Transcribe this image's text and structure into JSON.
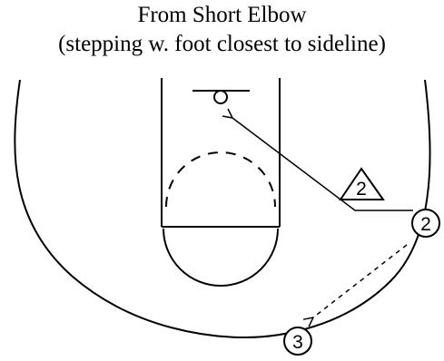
{
  "title": {
    "line1": "From Short Elbow",
    "line2": "(stepping w. foot closest to sideline)"
  },
  "players": {
    "defender": "2",
    "offense_wing": "2",
    "offense_corner": "3"
  },
  "colors": {
    "ink": "#000000",
    "background": "#ffffff"
  }
}
